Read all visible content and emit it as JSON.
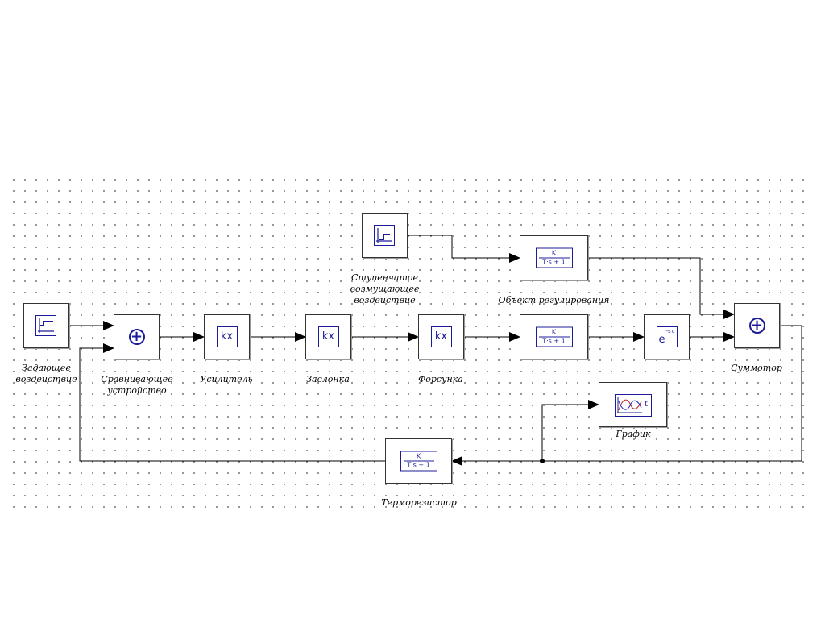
{
  "blocks": {
    "setpoint": {
      "label_line1": "Задающее",
      "label_line2": "воздействие",
      "icon": "step-signal-icon"
    },
    "comparator": {
      "label_line1": "Сравнивающее",
      "label_line2": "устройство",
      "symbol": "+",
      "icon": "summing-junction-icon"
    },
    "amplifier": {
      "label": "Усилитель",
      "symbol": "kx",
      "icon": "gain-icon"
    },
    "damper": {
      "label": "Заслонка",
      "symbol": "kx",
      "icon": "gain-icon"
    },
    "nozzle": {
      "label": "Форсунка",
      "symbol": "kx",
      "icon": "gain-icon"
    },
    "disturbance": {
      "label_line1": "Ступенчатое",
      "label_line2": "возмущающее",
      "label_line3": "воздействие",
      "icon": "step-signal-icon"
    },
    "plant_disturbance": {
      "label": "Объект регулирования",
      "num": "K",
      "den": "T·s + 1",
      "icon": "transfer-function-icon"
    },
    "plant_main": {
      "num": "K",
      "den": "T·s + 1",
      "icon": "transfer-function-icon"
    },
    "delay": {
      "base": "e",
      "exp": "-sτ",
      "icon": "transport-delay-icon"
    },
    "summator": {
      "label": "Суммотор",
      "symbol": "+",
      "icon": "summing-junction-icon"
    },
    "graph": {
      "label": "График",
      "axis_t": "t",
      "icon": "plot-scope-icon"
    },
    "thermistor": {
      "label": "Терморезистор",
      "num": "K",
      "den": "T·s + 1",
      "icon": "transfer-function-icon"
    }
  },
  "colors": {
    "icon": "#1c1c9a",
    "line": "#000000",
    "grid": "#7a7a7a"
  }
}
